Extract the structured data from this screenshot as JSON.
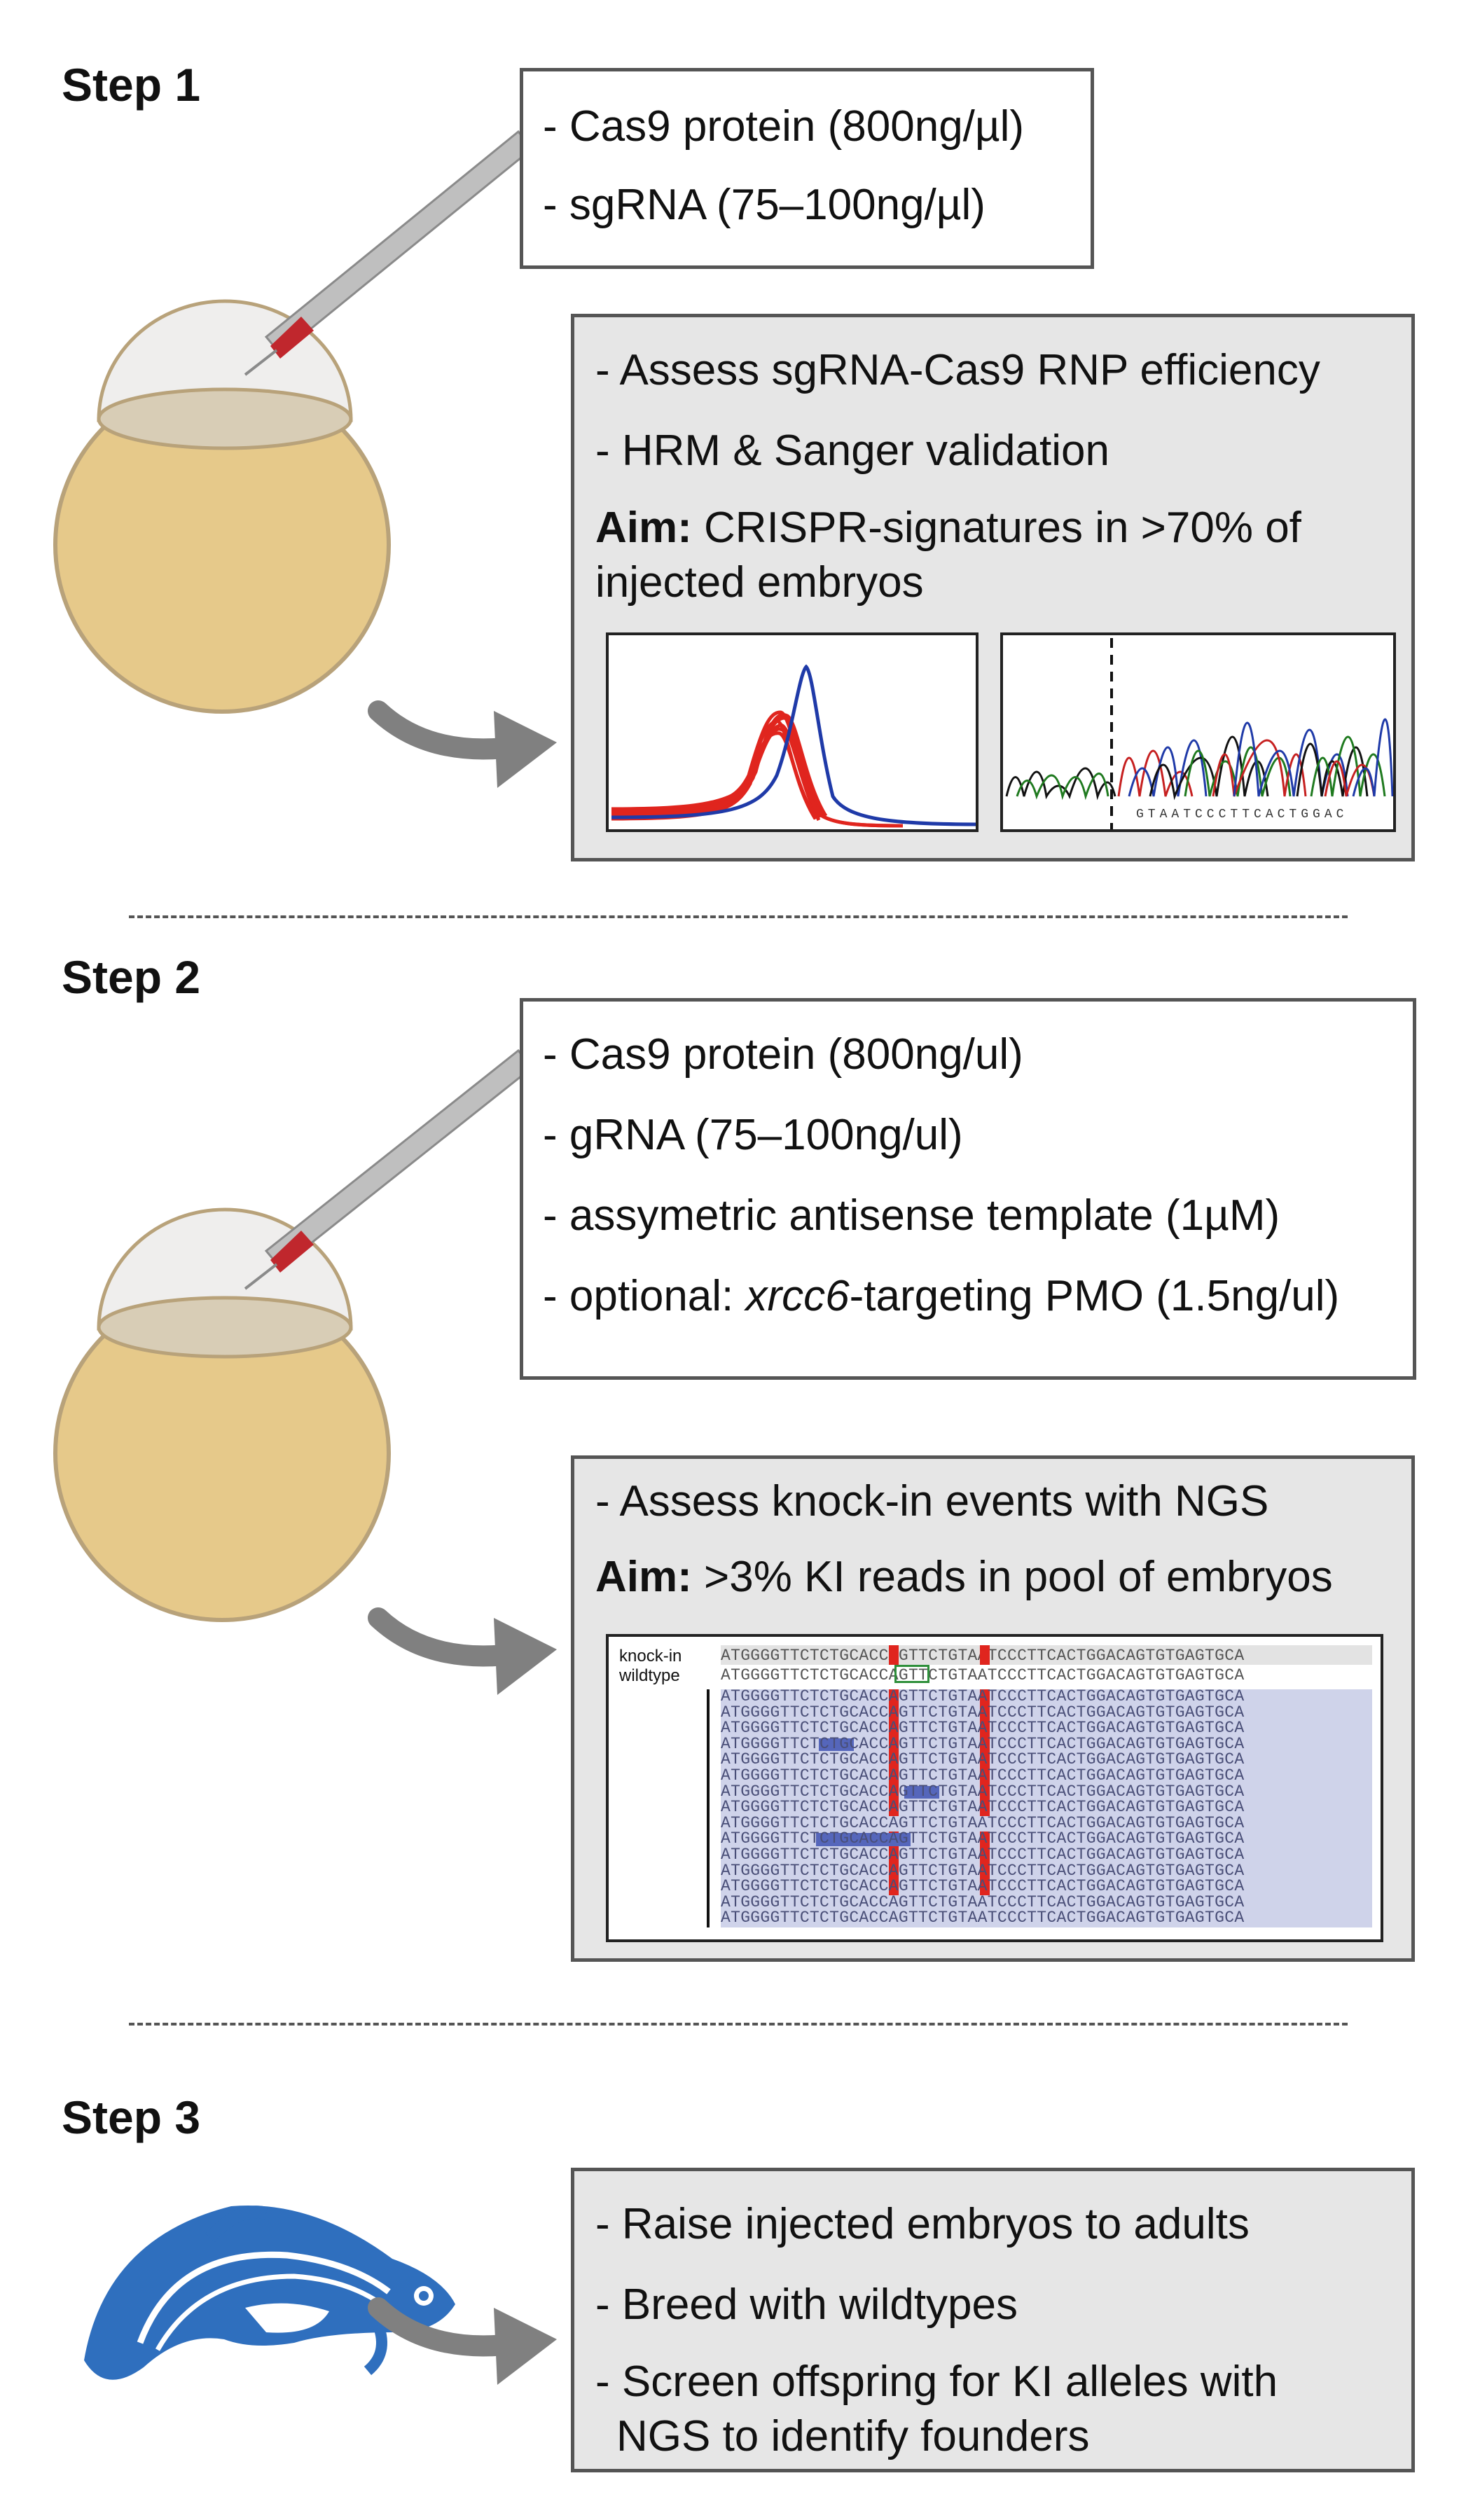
{
  "colors": {
    "yolk": "#e6c98a",
    "yolk_edge": "#b8a27a",
    "box_grey": "#e6e6e6",
    "arrow": "#808080",
    "fish": "#2f6fbe",
    "hrm_red": "#e0251e",
    "hrm_blue": "#1f3aa8",
    "ki_highlight": "#e0251e",
    "read_bg": "#cfd3ea",
    "deletion": "#5566bb"
  },
  "step1": {
    "title": "Step 1",
    "injection": [
      "- Cas9 protein (800ng/µl)",
      "- sgRNA (75–100ng/µl)"
    ],
    "assess": [
      "- Assess sgRNA-Cas9 RNP efficiency",
      "- HRM & Sanger validation"
    ],
    "aim_label": "Aim:",
    "aim_text_1": "CRISPR-signatures in >70% of",
    "aim_text_2": "injected embryos",
    "sanger_seq": "GTAATCCCTTCACTGGAC"
  },
  "step2": {
    "title": "Step 2",
    "inj_line1": "- Cas9 protein (800ng/ul)",
    "inj_line2": "- gRNA (75–100ng/ul)",
    "inj_line3": "- assymetric antisense template (1µM)",
    "inj_line4_pre": "- optional: ",
    "inj_line4_gene": "xrcc6",
    "inj_line4_post": "-targeting PMO (1.5ng/ul)",
    "assess": "- Assess knock-in events with NGS",
    "aim_label": "Aim:",
    "aim_text": ">3% KI reads in pool of embryos",
    "alignment": {
      "knockin_label": "knock-in",
      "wildtype_label": "wildtype",
      "knockin_seq": "ATGGGGTTCTCTGCACCAGTTCTGTAATCCCTTCACTGGACAGTGTGAGTGCA",
      "wildtype_seq": "ATGGGGTTCTCTGCACCAGTTCTGTAATCCCTTCACTGGACAGTGTGAGTGCA",
      "read_seq": "ATGGGGTTCTCTGCACCAGTTCTGTAATCCCTTCACTGGACAGTGTGAGTGCA"
    }
  },
  "step3": {
    "title": "Step 3",
    "line1": "- Raise injected embryos to adults",
    "line2": "- Breed with wildtypes",
    "line3a": "- Screen offspring for KI alleles with",
    "line3b": "NGS to identify founders"
  }
}
